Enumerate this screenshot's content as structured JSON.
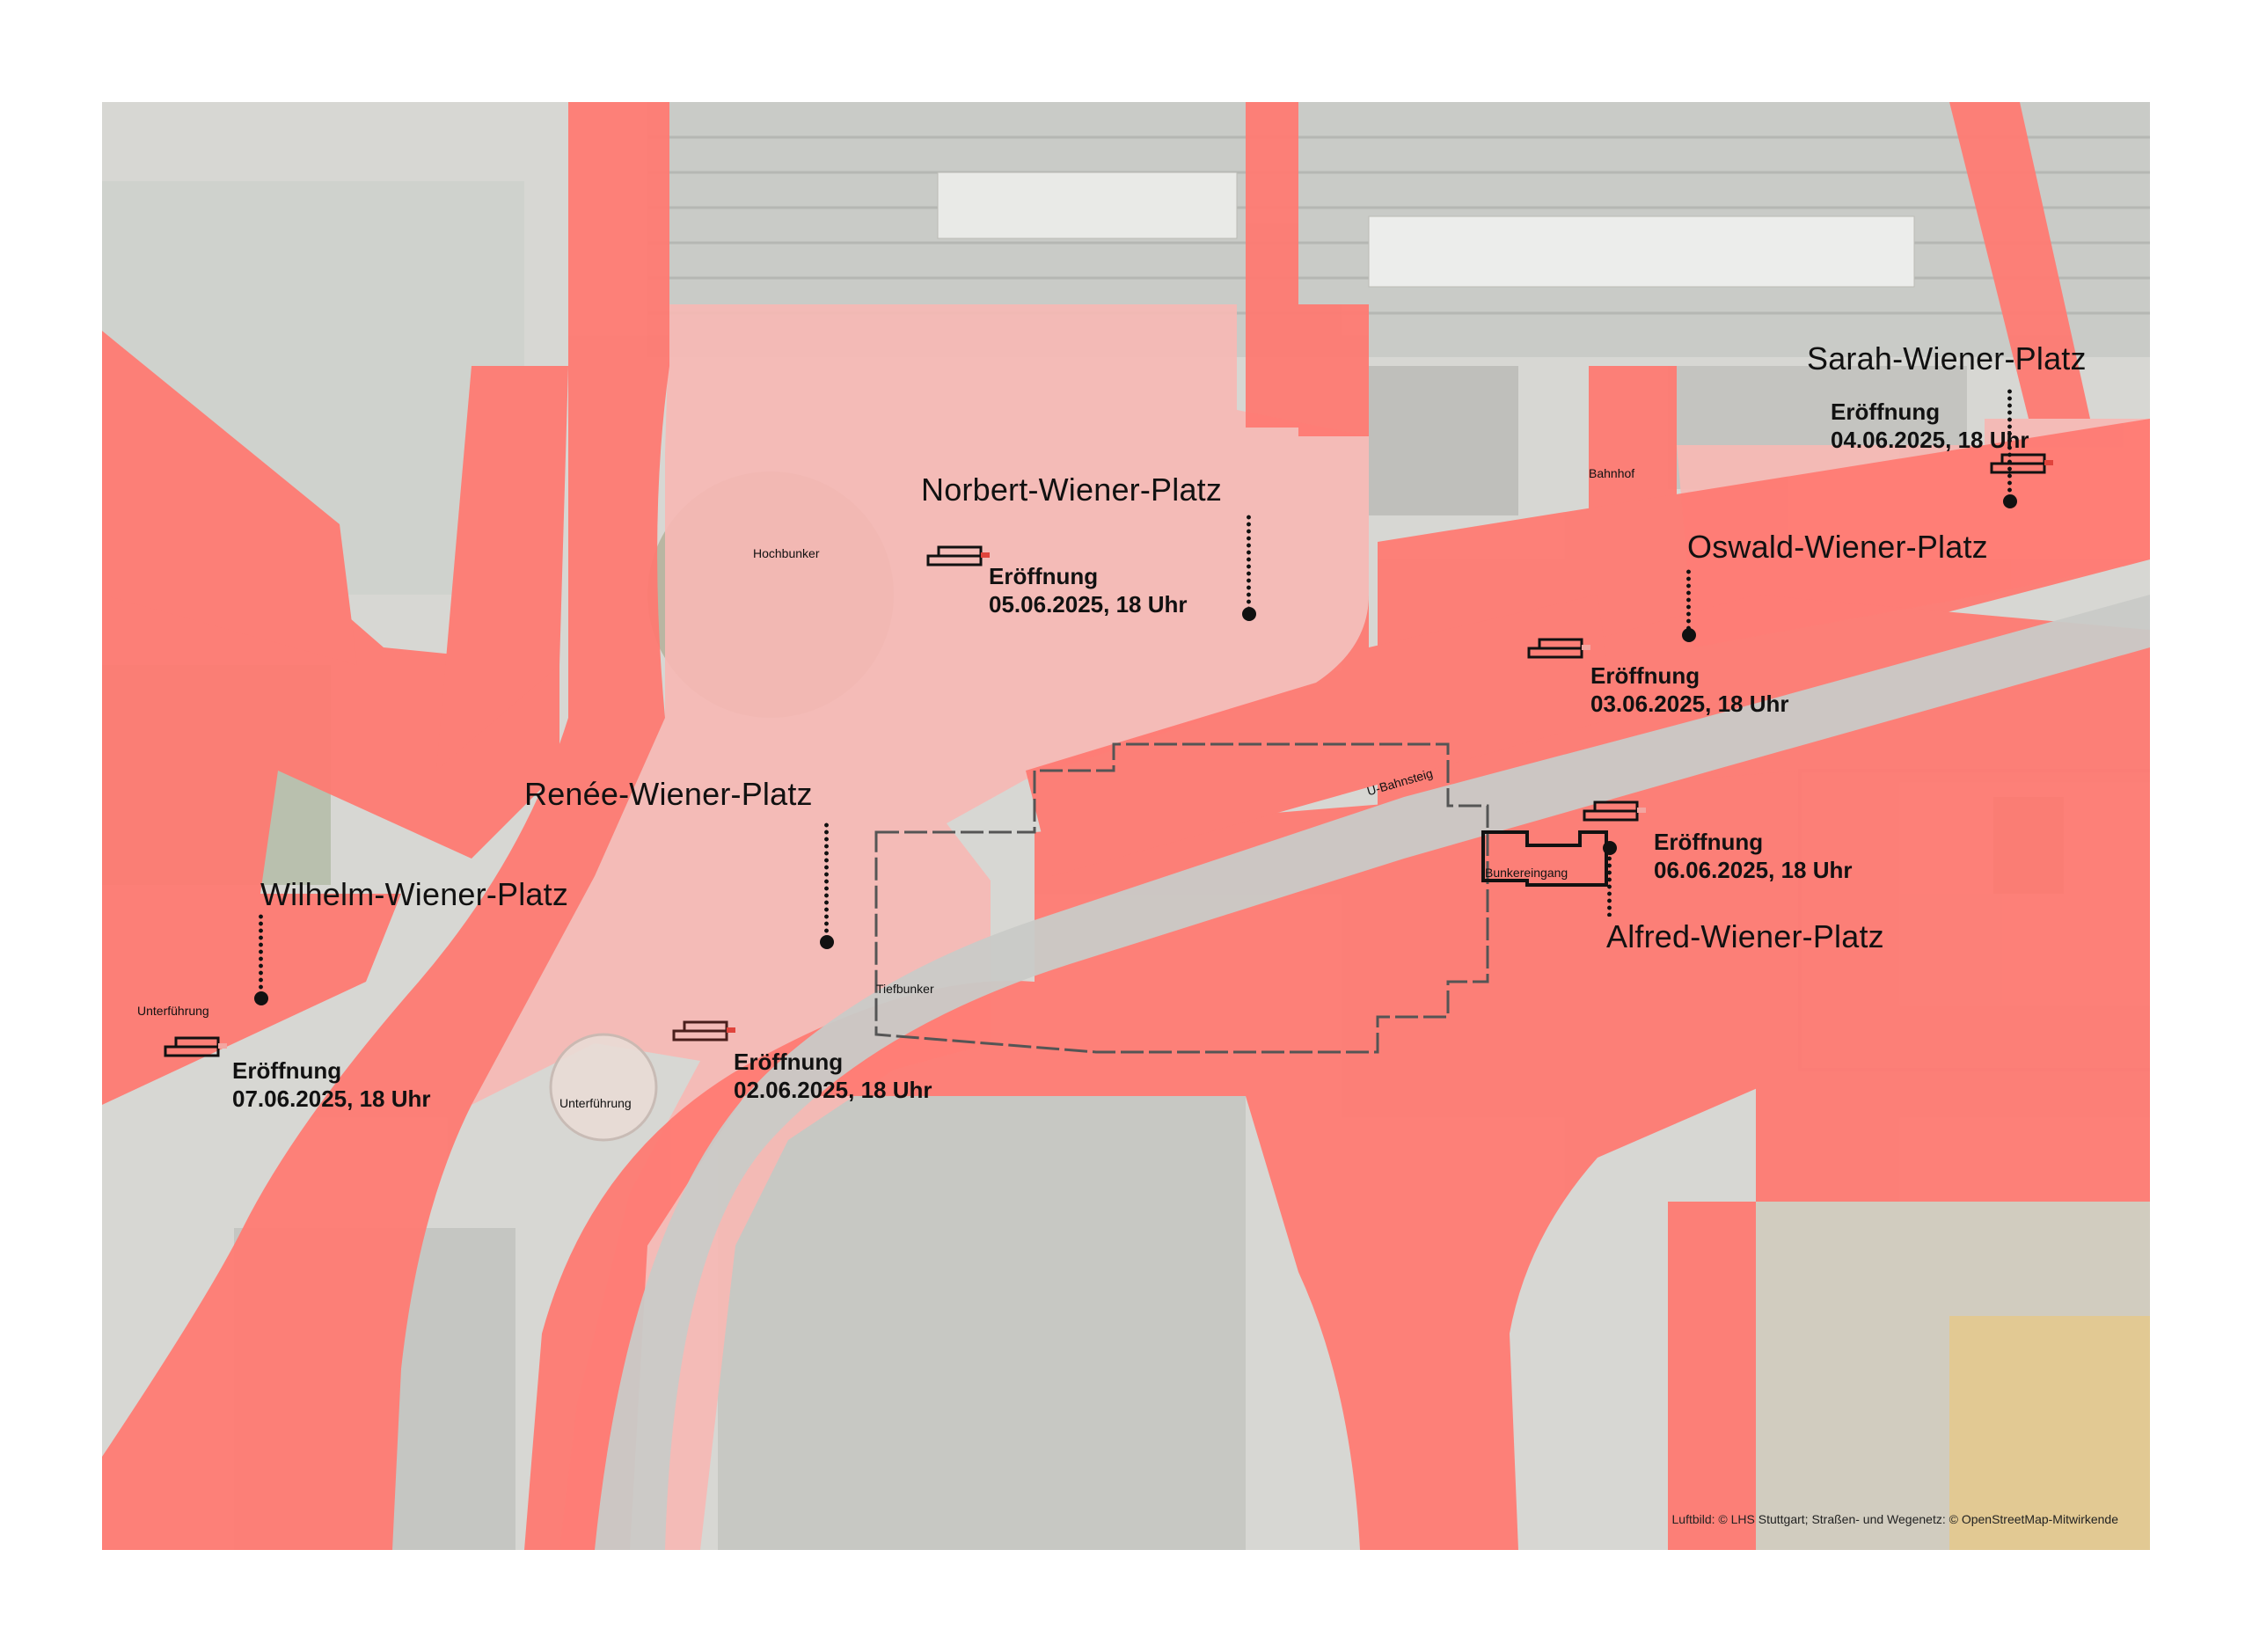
{
  "colors": {
    "area_red": "#ff7a72",
    "area_red_light": "#f6b8b4",
    "aerial_gray": "#d9d9d6",
    "ink": "#111111",
    "stage_red": "#e0443c"
  },
  "places": [
    {
      "name": "Sarah-Wiener-Platz",
      "opening_label": "Eröffnung",
      "opening_date": "04.06.2025, 18 Uhr"
    },
    {
      "name": "Norbert-Wiener-Platz",
      "opening_label": "Eröffnung",
      "opening_date": "05.06.2025, 18 Uhr"
    },
    {
      "name": "Oswald-Wiener-Platz",
      "opening_label": "Eröffnung",
      "opening_date": "03.06.2025, 18 Uhr"
    },
    {
      "name": "Renée-Wiener-Platz",
      "opening_label": "Eröffnung",
      "opening_date": "02.06.2025, 18 Uhr"
    },
    {
      "name": "Wilhelm-Wiener-Platz",
      "opening_label": "Eröffnung",
      "opening_date": "07.06.2025, 18 Uhr"
    },
    {
      "name": "Alfred-Wiener-Platz",
      "opening_label": "Eröffnung",
      "opening_date": "06.06.2025, 18 Uhr"
    }
  ],
  "labels": {
    "bahnhof": "Bahnhof",
    "hochbunker": "Hochbunker",
    "u_bahnsteig": "U-Bahnsteig",
    "bunkereingang": "Bunkereingang",
    "tiefbunker": "Tiefbunker",
    "unterfuehrung_west": "Unterführung",
    "unterfuehrung_center": "Unterführung"
  },
  "credit": "Luftbild: © LHS Stuttgart; Straßen- und Wegenetz: © OpenStreetMap-Mitwirkende",
  "icons": [
    "stage-icon",
    "pin-dot-icon"
  ]
}
